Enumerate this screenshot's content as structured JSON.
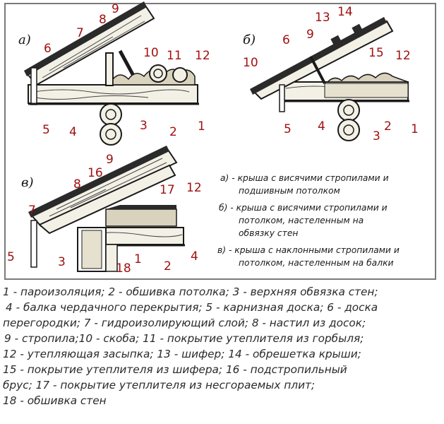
{
  "figure": {
    "panels": [
      {
        "id": "a",
        "label": "а)",
        "numbers": [
          "1",
          "2",
          "3",
          "4",
          "5",
          "6",
          "7",
          "8",
          "9",
          "10",
          "11",
          "12"
        ]
      },
      {
        "id": "b",
        "label": "б)",
        "numbers": [
          "1",
          "2",
          "3",
          "4",
          "5",
          "6",
          "9",
          "10",
          "12",
          "13",
          "14",
          "15"
        ]
      },
      {
        "id": "v",
        "label": "в)",
        "numbers": [
          "1",
          "2",
          "4",
          "5",
          "7",
          "8",
          "9",
          "12",
          "16",
          "17",
          "18",
          "3"
        ]
      }
    ],
    "captions": [
      "а) - крыша с висячими стропилами и",
      "подшивным потолком",
      "б) - крыша с висячими стропилами и",
      "потолком, настеленным  на",
      "обвязку стен",
      "в) - крыша с наклонными стропилами и",
      "потолком, настеленным  на балки"
    ]
  },
  "legend": {
    "lines": [
      "1 - пароизоляция; 2 - обшивка потолка; 3 - верхняя обвязка стен;",
      "4 - балка чердачного перекрытия; 5 - карнизная доска; 6 - доска",
      "перегородки; 7 - гидроизолирующий слой; 8 - настил из досок;",
      "9 - стропила;10 - скоба; 11 - покрытие утеплителя из горбыля;",
      "12 - утепляющая засыпка; 13 - шифер; 14 - обрешетка крыши;",
      "15 - покрытие утеплителя из шифера; 16 - подстропильный",
      "брус; 17 - покрытие утеплителя из несгораемых плит;",
      "18 - обшивка стен"
    ]
  }
}
